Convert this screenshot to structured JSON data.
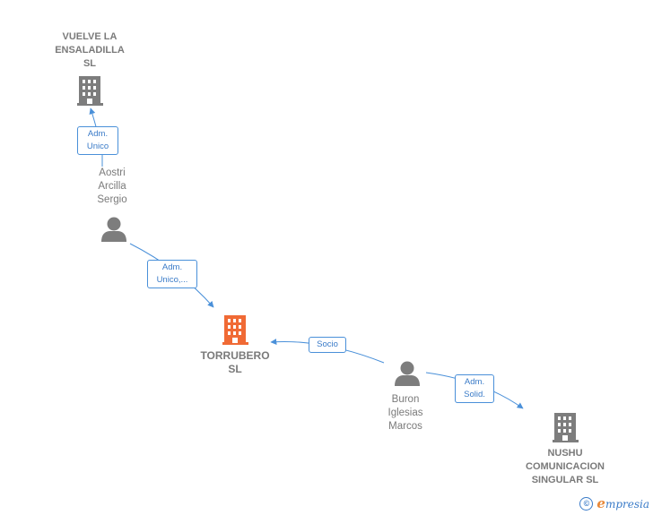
{
  "colors": {
    "edge": "#4a90d9",
    "edge_text": "#3a7bc8",
    "company_icon": "#7d7d7d",
    "main_company_icon": "#f06a35",
    "person_icon": "#7d7d7d",
    "node_text": "#7a7a7a"
  },
  "nodes": {
    "vuelve": {
      "lines": [
        "VUELVE LA",
        "ENSALADILLA",
        "SL"
      ],
      "icon": "building-icon"
    },
    "aostri": {
      "lines": [
        "Aostri",
        "Arcilla",
        "Sergio"
      ],
      "icon": "person-icon"
    },
    "torrubero": {
      "lines": [
        "TORRUBERO",
        "SL"
      ],
      "icon": "building-icon"
    },
    "buron": {
      "lines": [
        "Buron",
        "Iglesias",
        "Marcos"
      ],
      "icon": "person-icon"
    },
    "nushu": {
      "lines": [
        "NUSHU",
        "COMUNICACION",
        "SINGULAR  SL"
      ],
      "icon": "building-icon"
    }
  },
  "edges": {
    "aostri_vuelve": {
      "lines": [
        "Adm.",
        "Unico"
      ]
    },
    "aostri_torrubero": {
      "lines": [
        "Adm.",
        "Unico,..."
      ]
    },
    "buron_torrubero": {
      "lines": [
        "Socio"
      ]
    },
    "buron_nushu": {
      "lines": [
        "Adm.",
        "Solid."
      ]
    }
  },
  "footer": {
    "copyright": "©",
    "brand_initial": "e",
    "brand_rest": "mpresia"
  }
}
